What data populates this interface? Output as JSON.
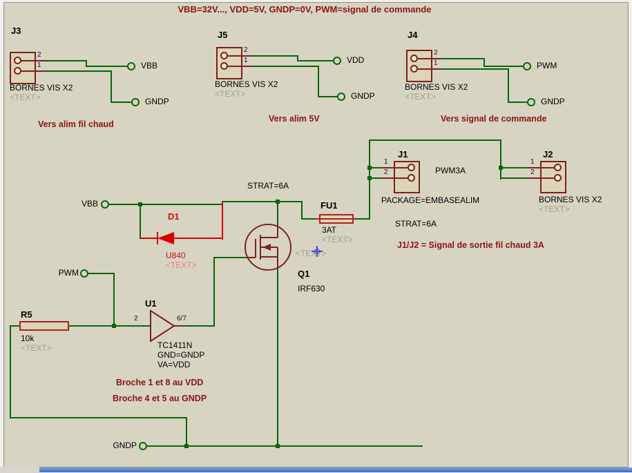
{
  "title": "VBB=32V..., VDD=5V, GNDP=0V, PWM=signal de commande",
  "placeholder": "<TEXT>",
  "nets": {
    "vbb": "VBB",
    "vdd": "VDD",
    "gndp": "GNDP",
    "pwm": "PWM"
  },
  "colors": {
    "canvas": "#d7d4c2",
    "wire": "#0b640b",
    "component": "#7f1f1f",
    "highlight": "#d40000",
    "annotation": "#8c1414"
  },
  "connectors": {
    "j3": {
      "ref": "J3",
      "value": "BORNES VIS X2",
      "pins": [
        "2",
        "1"
      ],
      "note": "Vers alim fil chaud"
    },
    "j5": {
      "ref": "J5",
      "value": "BORNES VIS X2",
      "pins": [
        "2",
        "1"
      ],
      "note": "Vers alim 5V"
    },
    "j4": {
      "ref": "J4",
      "value": "BORNES VIS X2",
      "pins": [
        "2",
        "1"
      ],
      "note": "Vers signal de commande"
    },
    "j1": {
      "ref": "J1",
      "value": "PWM3A",
      "package": "PACKAGE=EMBASEALIM",
      "strat": "STRAT=6A",
      "pins": [
        "1",
        "2"
      ]
    },
    "j2": {
      "ref": "J2",
      "value": "BORNES VIS X2",
      "pins": [
        "1",
        "2"
      ]
    }
  },
  "components": {
    "d1": {
      "ref": "D1",
      "value": "U840"
    },
    "q1": {
      "ref": "Q1",
      "value": "IRF630"
    },
    "fu1": {
      "ref": "FU1",
      "value": "3AT",
      "strat": "STRAT=6A"
    },
    "u1": {
      "ref": "U1",
      "value": "TC1411N",
      "gnd": "GND=GNDP",
      "va": "VA=VDD",
      "pin_in": "2",
      "pin_out": "6/7"
    },
    "r5": {
      "ref": "R5",
      "value": "10k"
    }
  },
  "annotations": {
    "output": "J1/J2 = Signal de sortie fil chaud 3A",
    "broche_vdd": "Broche 1 et 8 au VDD",
    "broche_gndp": "Broche 4 et 5 au GNDP"
  }
}
